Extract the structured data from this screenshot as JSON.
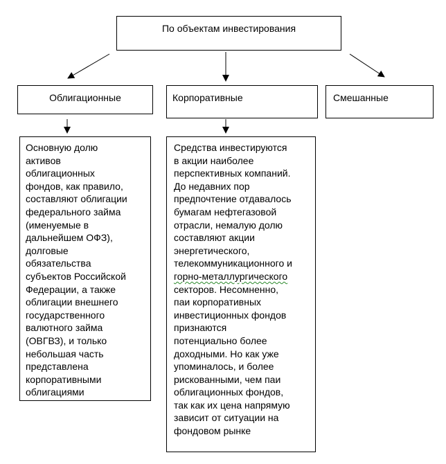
{
  "root": {
    "label": "По объектам инвестирования"
  },
  "categories": [
    {
      "label": "Облигационные"
    },
    {
      "label": "Корпоративные"
    },
    {
      "label": "Смешанные"
    }
  ],
  "descriptions": {
    "bond": {
      "lines": [
        "Основную долю",
        "активов",
        "облигационных",
        "фондов, как правило,",
        "составляют облигации",
        "федерального займа",
        "(именуемые в",
        "дальнейшем ОФЗ),",
        "долговые",
        "обязательства",
        "субъектов Российской",
        "Федерации, а также",
        "облигации внешнего",
        "государственного",
        "валютного займа",
        "(ОВГВЗ), и только",
        "небольшая часть",
        "представлена",
        "корпоративными",
        "облигациями"
      ]
    },
    "corporate": {
      "lines": [
        "Средства инвестируются",
        "в акции наиболее",
        "перспективных компаний.",
        "До недавних пор",
        "предпочтение отдавалось",
        "бумагам нефтегазовой",
        "отрасли, немалую долю",
        "составляют акции",
        "энергетического,",
        "телекоммуникационного и",
        "горно-металлургического",
        "секторов. Несомненно,",
        "паи корпоративных",
        "инвестиционных фондов",
        "признаются",
        "потенциально более",
        "доходными. Но как уже",
        "упоминалось, и более",
        "рискованными, чем паи",
        "облигационных фондов,",
        "так как их цена напрямую",
        "зависит от ситуации на",
        "фондовом рынке"
      ]
    }
  },
  "colors": {
    "line": "#000000",
    "background": "#ffffff",
    "spellcheck": "#2a8a2a"
  }
}
